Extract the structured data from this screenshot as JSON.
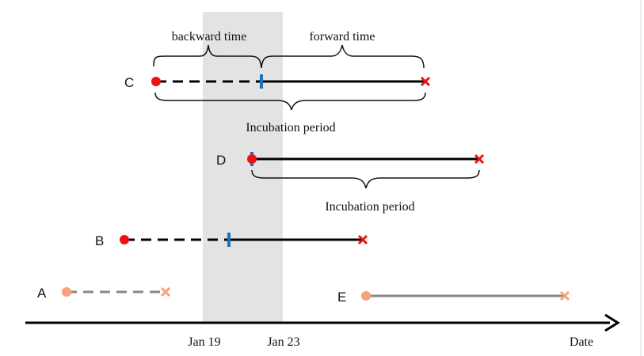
{
  "axis": {
    "label": "Date",
    "ticks": [
      "Jan 19",
      "Jan 23"
    ]
  },
  "window": {
    "start_label": "Jan 19",
    "end_label": "Jan 23",
    "color": "#e3e3e3"
  },
  "colors": {
    "onset_dot": "#ee1111",
    "end_cross": "#ee1111",
    "travel_mark": "#1f6fbf",
    "outside_dot": "#f5a27a",
    "outside_line": "#888888",
    "line": "#000000"
  },
  "cases": [
    {
      "id": "C",
      "label": "C",
      "segments": [
        "dashed",
        "solid"
      ],
      "marker": "blue-bar"
    },
    {
      "id": "D",
      "label": "D",
      "segments": [
        "solid"
      ],
      "marker": "blue-bar"
    },
    {
      "id": "B",
      "label": "B",
      "segments": [
        "dashed",
        "solid"
      ],
      "marker": "blue-bar"
    },
    {
      "id": "A",
      "label": "A",
      "segments": [
        "dashed"
      ],
      "marker": "none",
      "style": "outside"
    },
    {
      "id": "E",
      "label": "E",
      "segments": [
        "solid"
      ],
      "marker": "none",
      "style": "outside"
    }
  ],
  "annotations": {
    "backward_time": "backward time",
    "forward_time": "forward time",
    "incubation_c": "Incubation period",
    "incubation_d": "Incubation period"
  }
}
